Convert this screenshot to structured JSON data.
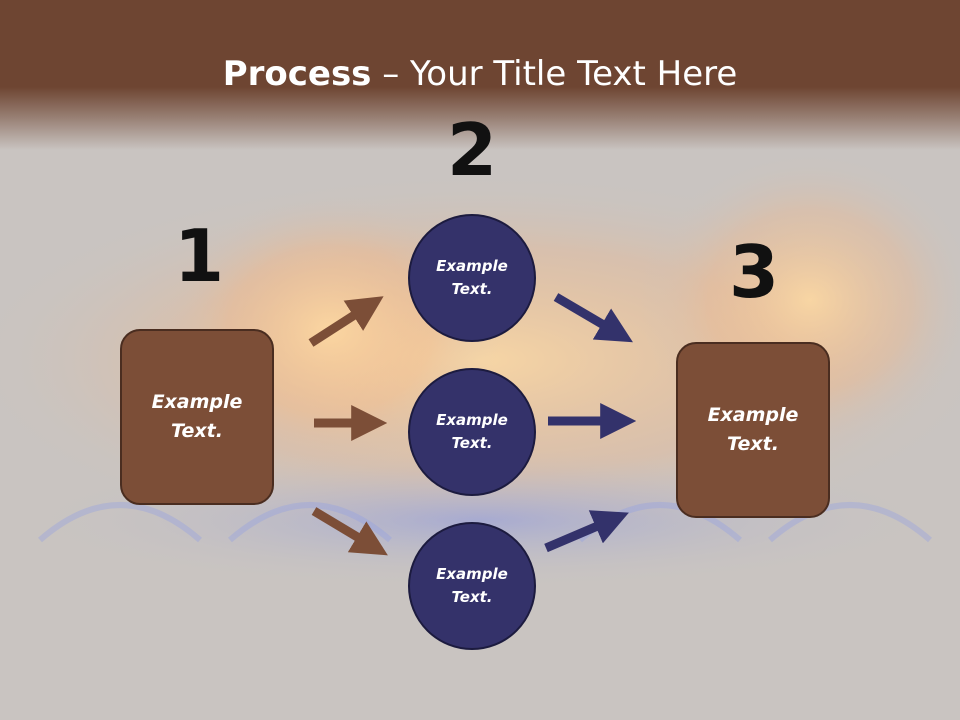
{
  "title": {
    "bold": "Process",
    "rest": " – Your Title Text Here"
  },
  "steps": {
    "one": "1",
    "two": "2",
    "three": "3"
  },
  "left_box": {
    "line1": "Example",
    "line2": "Text."
  },
  "right_box": {
    "line1": "Example",
    "line2": "Text."
  },
  "circles": [
    {
      "line1": "Example",
      "line2": "Text."
    },
    {
      "line1": "Example",
      "line2": "Text."
    },
    {
      "line1": "Example",
      "line2": "Text."
    }
  ],
  "colors": {
    "header": "#6e4532",
    "box": "#7c4e37",
    "circle": "#34326a",
    "arrow_brown": "#7c4e37",
    "arrow_navy": "#33326b"
  }
}
